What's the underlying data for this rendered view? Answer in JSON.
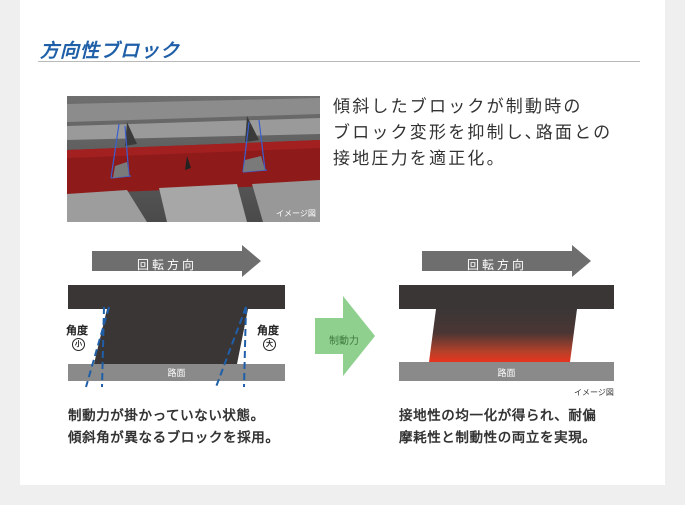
{
  "title": "方向性ブロック",
  "photo_caption": "イメージ図",
  "description": "傾斜したブロックが制動時の\nブロック変形を抑制し､路面との\n接地圧力を適正化。",
  "left_diagram": {
    "arrow_label": "回転方向",
    "angle_small_label": "角度",
    "angle_small_mark": "小",
    "angle_large_label": "角度",
    "angle_large_mark": "大",
    "road_label": "路面",
    "caption": "制動力が掛かっていない状態。\n傾斜角が異なるブロックを採用。"
  },
  "force_label": "制動力",
  "right_diagram": {
    "arrow_label": "回転方向",
    "road_label": "路面",
    "image_note": "イメージ図",
    "caption": "接地性の均一化が得られ、耐偏\n摩耗性と制動性の両立を実現。"
  },
  "colors": {
    "title_blue": "#1f5fa8",
    "block_dark": "#3b3636",
    "arrow_gray": "#6e6e6e",
    "road_gray": "#8a8a8a",
    "force_green": "#8fd08f",
    "contact_red": "#e8351f",
    "guide_blue": "#1f5fa8"
  }
}
